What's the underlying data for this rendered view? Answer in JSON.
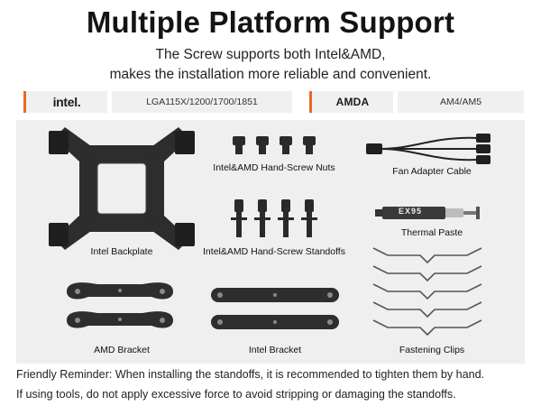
{
  "header": {
    "title": "Multiple Platform Support",
    "subtitle_line1": "The Screw supports both Intel&AMD,",
    "subtitle_line2": "makes the installation more reliable and convenient."
  },
  "platforms": {
    "intel_logo": "intel.",
    "intel_sockets": "LGA115X/1200/1700/1851",
    "amd_logo": "AMDA",
    "amd_sockets": "AM4/AM5",
    "accent_color": "#e8692a"
  },
  "items": {
    "intel_backplate": "Intel Backplate",
    "hand_screw_nuts": "Intel&AMD Hand-Screw Nuts",
    "hand_screw_standoffs": "Intel&AMD Hand-Screw Standoffs",
    "fan_adapter_cable": "Fan Adapter Cable",
    "thermal_paste": "Thermal Paste",
    "thermal_paste_brand": "EX95",
    "amd_bracket": "AMD Bracket",
    "intel_bracket": "Intel Bracket",
    "fastening_clips": "Fastening Clips"
  },
  "notes": {
    "line1": "Friendly Reminder: When installing the standoffs, it is recommended to tighten them by hand.",
    "line2": "If using tools, do not apply excessive force to avoid stripping or damaging the standoffs."
  }
}
